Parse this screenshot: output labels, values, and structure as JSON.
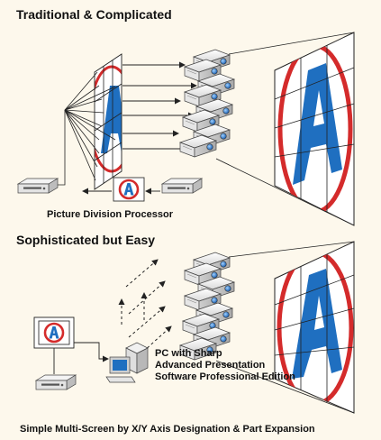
{
  "top_panel": {
    "title": "Traditional & Complicated",
    "processor_label": "Picture Division Processor"
  },
  "bottom_panel": {
    "title": "Sophisticated but Easy",
    "pc_label": {
      "line1": "PC with Sharp",
      "line2": "Advanced Presentation",
      "line3": "Software Professional Edition"
    },
    "caption": "Simple Multi-Screen by X/Y Axis Designation & Part Expansion"
  },
  "colors": {
    "background": "#fdf8ec",
    "logo_red": "#d42b2b",
    "logo_blue": "#1f6fc0",
    "projector_body": "#e9e9e9",
    "projector_lens": "#2f7fd6",
    "line": "#222222"
  },
  "icons": {
    "projector": "projector-icon",
    "logo": "a-logo-icon",
    "pc": "pc-icon",
    "processor": "processor-device-icon"
  }
}
